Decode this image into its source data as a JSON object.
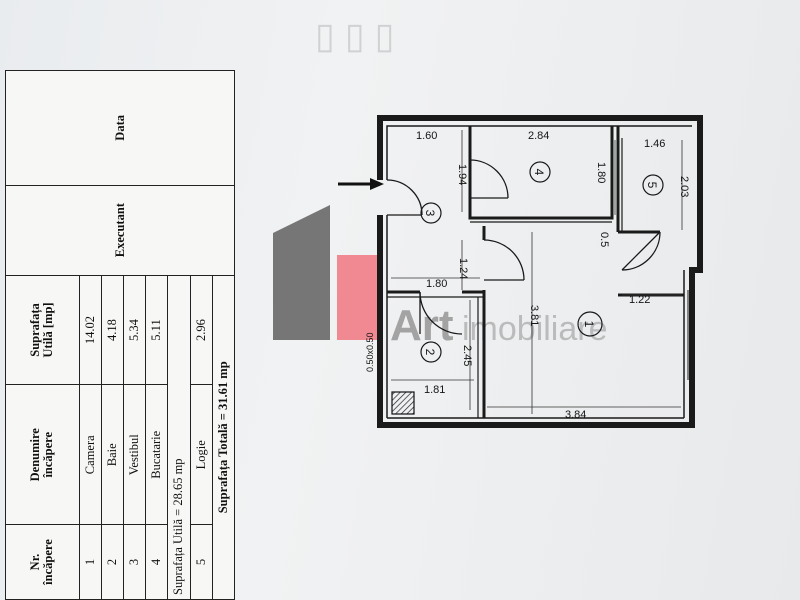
{
  "legend": {
    "headers": {
      "nr": "Nr.",
      "nr2": "încăpere",
      "name": "Denumire",
      "name2": "încăpere",
      "area": "Suprafața",
      "area2": "Utilă [mp]"
    },
    "rows": [
      {
        "nr": "1",
        "name": "Camera",
        "area": "14.02"
      },
      {
        "nr": "2",
        "name": "Baie",
        "area": "4.18"
      },
      {
        "nr": "3",
        "name": "Vestibul",
        "area": "5.34"
      },
      {
        "nr": "4",
        "name": "Bucatarie",
        "area": "5.11"
      },
      {
        "nr": "5",
        "name": "Logie",
        "area": "2.96"
      }
    ],
    "useful_total": "Suprafața Utilă = 28.65 mp",
    "total": "Suprafața Totală = 31.61 mp",
    "executant": "Executant",
    "date": "Data"
  },
  "plan": {
    "dimensions": {
      "d160": "1.60",
      "d284": "2.84",
      "d146": "1.46",
      "d194": "1.94",
      "d180a": "1.80",
      "d203": "2.03",
      "d05": "0.5",
      "d124": "1.24",
      "d180b": "1.80",
      "d122": "1.22",
      "d381": "3.81",
      "d245": "2.45",
      "d181": "1.81",
      "d384": "3.84",
      "duct": "0.50x0.50"
    },
    "rooms": [
      "1",
      "2",
      "3",
      "4",
      "5"
    ]
  },
  "watermark": {
    "brand": "Art",
    "suffix": "imobiliare",
    "accent": "#f07d86",
    "gray": "#6f6f6f"
  },
  "colors": {
    "wall": "#1a1a1a",
    "paper": "#f8f8f6",
    "ink": "#151515"
  }
}
